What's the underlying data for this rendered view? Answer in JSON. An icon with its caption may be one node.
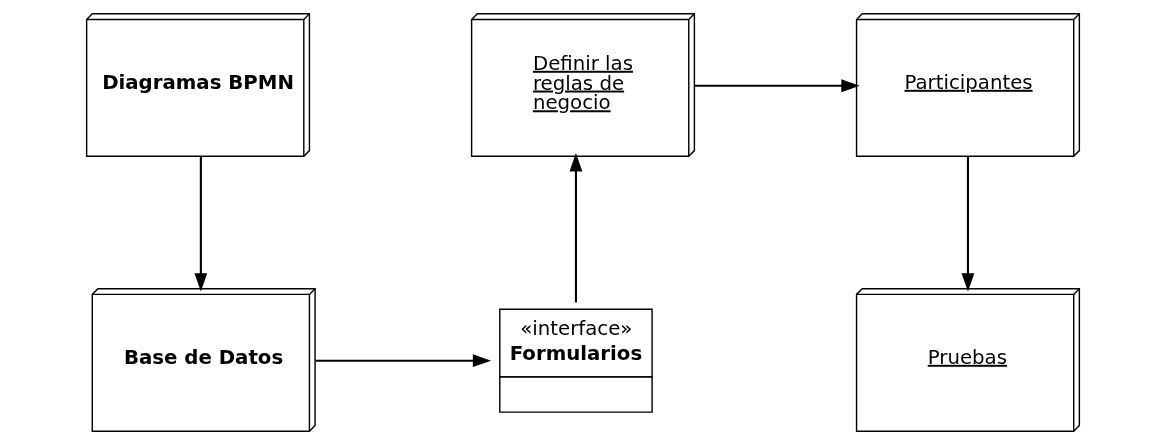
{
  "diagram": {
    "nodes": [
      {
        "text": [
          "Diagramas BPMN"
        ]
      },
      {
        "text": [
          "Base de Datos"
        ]
      },
      {
        "text": [
          "«interface»",
          "Formularios"
        ]
      },
      {
        "text": [
          "Definir las reglas de negocio"
        ]
      },
      {
        "text": [
          "Participantes"
        ]
      },
      {
        "text": [
          "Pruebas"
        ]
      }
    ],
    "edges": [
      {
        "from": 0,
        "to": 1,
        "arrow": "to"
      },
      {
        "from": 1,
        "to": 2,
        "arrow": "to"
      },
      {
        "from": 2,
        "to": 3,
        "arrow": "to"
      },
      {
        "from": 3,
        "to": 4,
        "arrow": "to"
      },
      {
        "from": 4,
        "to": 5,
        "arrow": "to"
      }
    ]
  }
}
